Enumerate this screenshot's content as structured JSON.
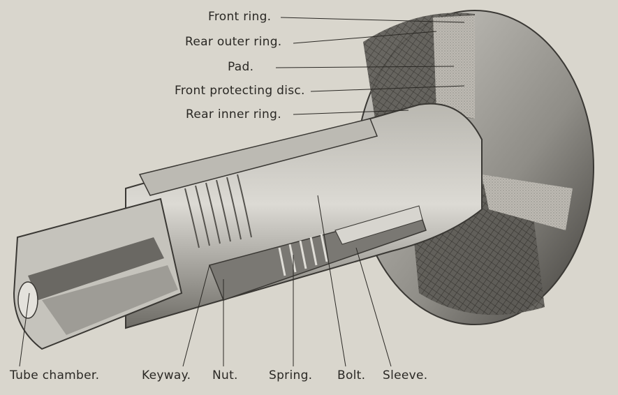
{
  "labels": {
    "front_ring": "Front ring.",
    "rear_outer_ring": "Rear outer ring.",
    "pad": "Pad.",
    "front_protecting_disc": "Front protecting disc.",
    "rear_inner_ring": "Rear inner ring.",
    "tube_chamber": "Tube chamber.",
    "keyway": "Keyway.",
    "nut": "Nut.",
    "spring": "Spring.",
    "bolt": "Bolt.",
    "sleeve": "Sleeve."
  },
  "colors": {
    "paper": "#d9d6cd",
    "metal_light": "#c9c7c1",
    "metal_mid": "#a7a59f",
    "metal_dark": "#4a4844",
    "text": "#2a2824"
  }
}
